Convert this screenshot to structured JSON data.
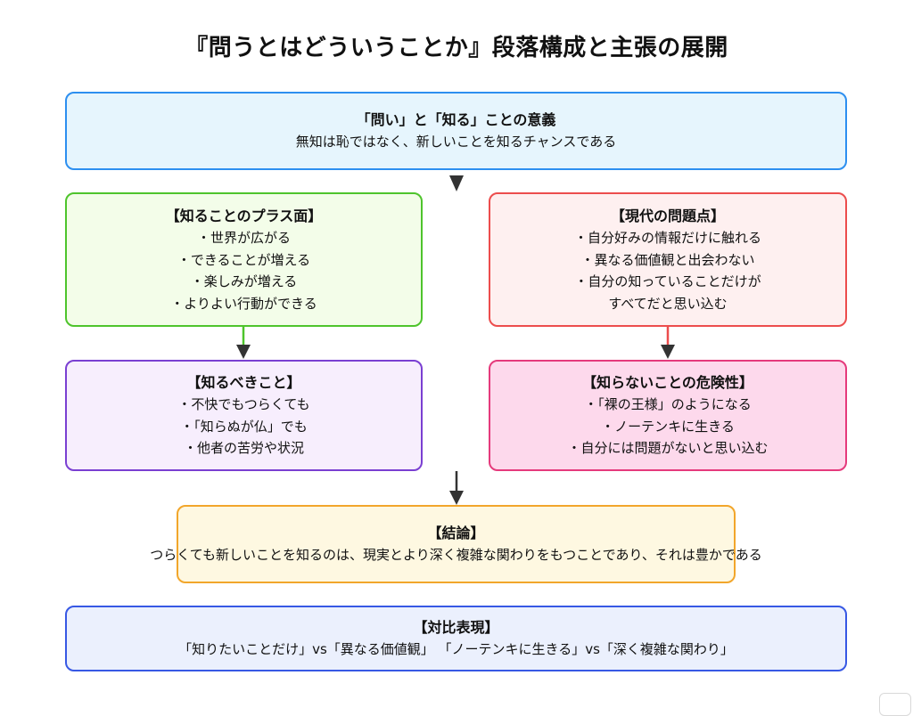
{
  "title": "『問うとはどういうことか』段落構成と主張の展開",
  "top": {
    "heading": "「問い」と「知る」ことの意義",
    "text": "無知は恥ではなく、新しいことを知るチャンスである"
  },
  "plus": {
    "heading": "【知ることのプラス面】",
    "items": [
      "・世界が広がる",
      "・できることが増える",
      "・楽しみが増える",
      "・よりよい行動ができる"
    ]
  },
  "problem": {
    "heading": "【現代の問題点】",
    "items": [
      "・自分好みの情報だけに触れる",
      "・異なる価値観と出会わない",
      "・自分の知っていることだけが",
      "すべてだと思い込む"
    ]
  },
  "should": {
    "heading": "【知るべきこと】",
    "items": [
      "・不快でもつらくても",
      "・「知らぬが仏」でも",
      "・他者の苦労や状況"
    ]
  },
  "danger": {
    "heading": "【知らないことの危険性】",
    "items": [
      "・「裸の王様」のようになる",
      "・ノーテンキに生きる",
      "・自分には問題がないと思い込む"
    ]
  },
  "conclusion": {
    "heading": "【結論】",
    "text": "つらくても新しいことを知るのは、現実とより深く複雑な関わりをもつことであり、それは豊かである"
  },
  "contrast": {
    "heading": "【対比表現】",
    "text": "「知りたいことだけ」vs「異なる価値観」 「ノーテンキに生きる」vs「深く複雑な関わり」"
  },
  "colors": {
    "arrow": "#333333",
    "arrow_green": "#4ec42c",
    "arrow_red": "#ec4d4d"
  }
}
